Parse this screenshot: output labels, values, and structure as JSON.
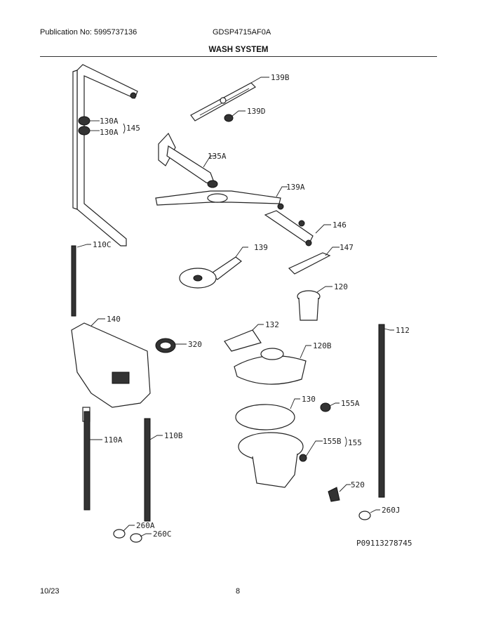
{
  "header": {
    "publication": "Publication No: 5995737136",
    "model": "GDSP4715AF0A",
    "section": "WASH SYSTEM"
  },
  "footer": {
    "date": "10/23",
    "page": "8"
  },
  "diagram": {
    "drawing_id": "P09113278745",
    "labels": {
      "p139b": "139B",
      "p139d": "139D",
      "p130a_1": "130A",
      "p130a_2": "130A",
      "p145": "145",
      "p135a": "135A",
      "p139a": "139A",
      "p146": "146",
      "p110c": "110C",
      "p139": "139",
      "p147": "147",
      "p120": "120",
      "p140": "140",
      "p132": "132",
      "p112": "112",
      "p320": "320",
      "p120b": "120B",
      "p130": "130",
      "p155a": "155A",
      "p110a": "110A",
      "p110b": "110B",
      "p155b": "155B",
      "p155": "155",
      "p520": "520",
      "p260a": "260A",
      "p260c": "260C",
      "p260j": "260J"
    }
  }
}
